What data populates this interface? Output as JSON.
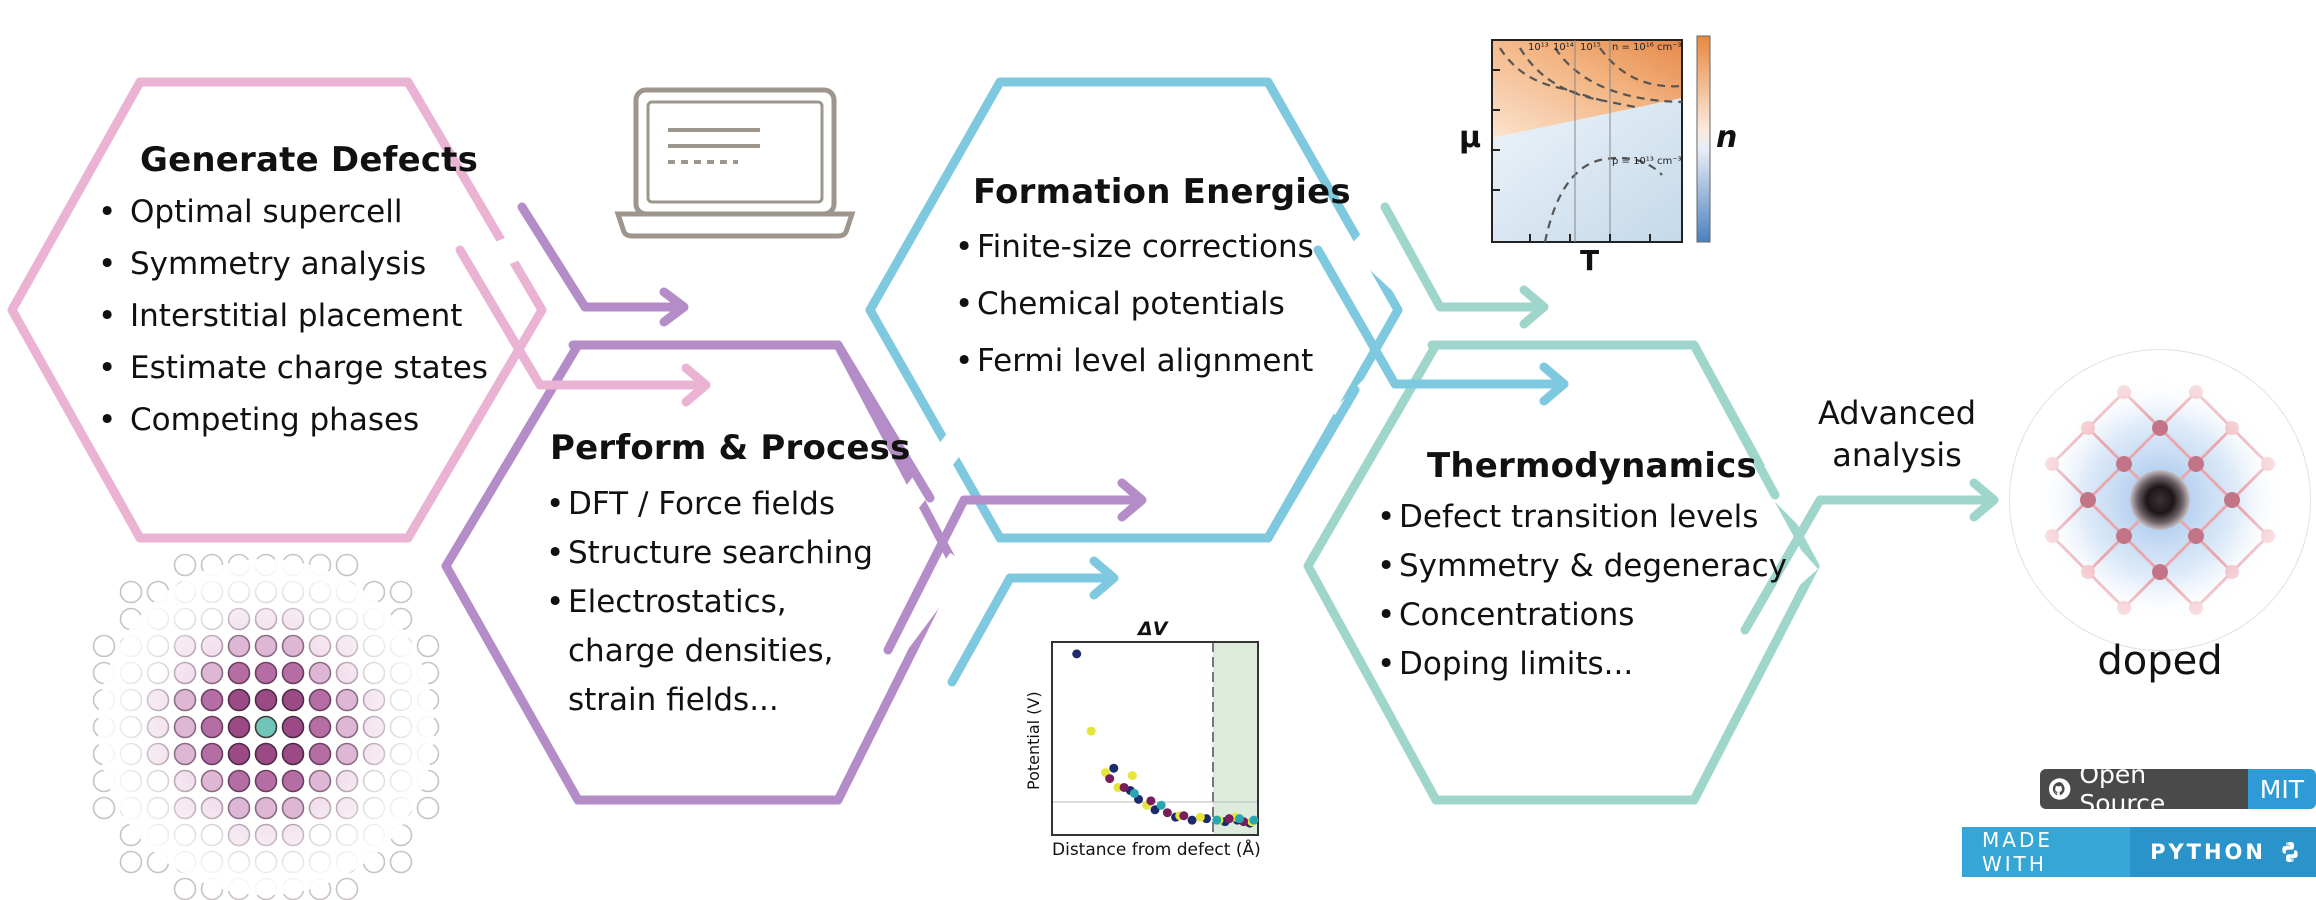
{
  "colors": {
    "pink": "#eab3d3",
    "purple": "#b48cc8",
    "blue": "#7ec8e0",
    "teal": "#9fd6cc",
    "laptop": "#9e958d",
    "phase_orange": "#e8965a",
    "phase_blue": "#c7dbea",
    "badge_dark": "#4a4a4a",
    "badge_mit": "#2f9bd6",
    "badge_python": "#2a93c9"
  },
  "generate": {
    "title": "Generate Defects",
    "items": [
      "Optimal supercell",
      "Symmetry analysis",
      "Interstitial placement",
      "Estimate charge states",
      "Competing phases"
    ]
  },
  "perform": {
    "title": "Perform & Process",
    "items": [
      "DFT / Force fields",
      "Structure searching"
    ],
    "multi_item": [
      "Electrostatics,",
      "charge densities,",
      "strain fields..."
    ]
  },
  "formation": {
    "title": "Formation Energies",
    "items": [
      "Finite-size corrections",
      "Chemical potentials",
      "Fermi level alignment"
    ]
  },
  "thermo": {
    "title": "Thermodynamics",
    "items": [
      "Defect transition levels",
      "Symmetry & degeneracy",
      "Concentrations",
      "Doping limits..."
    ]
  },
  "advanced": {
    "line1": "Advanced",
    "line2": "analysis"
  },
  "doped_label": "doped",
  "phase_plot": {
    "y_label": "μ",
    "x_label": "T",
    "colorbar_label": "n",
    "top_labels": [
      "10¹³",
      "10¹⁴",
      "10¹⁵",
      "n = 10¹⁶ cm⁻³"
    ],
    "bottom_label": "p = 10¹³ cm⁻³"
  },
  "chart_data": {
    "type": "scatter",
    "title": "ΔV",
    "xlabel": "Distance from defect (Å)",
    "ylabel": "Potential (V)",
    "xlim": [
      0,
      10
    ],
    "ylim": [
      -0.2,
      1.1
    ],
    "sampling_region_start": 7.8,
    "series": [
      {
        "color": "#1d2a6b",
        "points": [
          [
            1.2,
            1.02
          ],
          [
            3.0,
            0.25
          ],
          [
            3.8,
            0.1
          ],
          [
            4.2,
            0.04
          ],
          [
            5.0,
            -0.03
          ],
          [
            6.0,
            -0.08
          ],
          [
            6.8,
            -0.1
          ],
          [
            7.5,
            -0.09
          ],
          [
            8.4,
            -0.11
          ],
          [
            9.0,
            -0.1
          ],
          [
            9.6,
            -0.12
          ]
        ]
      },
      {
        "color": "#e6e63a",
        "points": [
          [
            1.9,
            0.5
          ],
          [
            2.6,
            0.22
          ],
          [
            3.9,
            0.2
          ],
          [
            3.2,
            0.12
          ],
          [
            4.6,
            0.0
          ],
          [
            6.2,
            -0.07
          ],
          [
            7.2,
            -0.08
          ],
          [
            8.1,
            -0.1
          ],
          [
            8.9,
            -0.08
          ],
          [
            9.7,
            -0.11
          ]
        ]
      },
      {
        "color": "#7a1d5c",
        "points": [
          [
            2.8,
            0.18
          ],
          [
            3.5,
            0.12
          ],
          [
            4.8,
            0.03
          ],
          [
            5.6,
            -0.05
          ],
          [
            6.4,
            -0.07
          ],
          [
            8.6,
            -0.09
          ],
          [
            9.3,
            -0.11
          ]
        ]
      },
      {
        "color": "#2aa6b0",
        "points": [
          [
            4.0,
            0.08
          ],
          [
            5.3,
            0.0
          ],
          [
            8.0,
            -0.1
          ],
          [
            9.1,
            -0.09
          ],
          [
            9.8,
            -0.1
          ]
        ]
      }
    ]
  },
  "badges": {
    "open_source": "Open Source",
    "license": "MIT",
    "made_with": "MADE WITH",
    "language": "PYTHON"
  }
}
